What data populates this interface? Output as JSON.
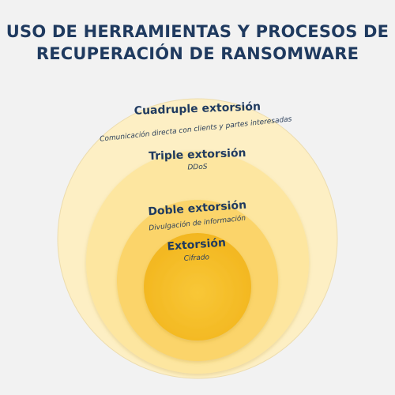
{
  "title": {
    "line1": "USO DE HERRAMIENTAS Y PROCESOS DE",
    "line2": "RECUPERACIÓN DE RANSOMWARE"
  },
  "colors": {
    "background": "#f2f2f2",
    "title": "#1f3a5f",
    "ring1": "#fdefc4",
    "ring2": "#fde6a0",
    "ring3": "#fbd46a",
    "ring4": "#f2b51d",
    "ring4_light": "#f8c737",
    "label": "#1f3a5f"
  },
  "levels": [
    {
      "title": "Cuadruple extorsión",
      "subtitle": "Comunicación directa con clients y partes interesadas"
    },
    {
      "title": "Triple extorsión",
      "subtitle": "DDoS"
    },
    {
      "title": "Doble extorsión",
      "subtitle": "Divulgación de información"
    },
    {
      "title": "Extorsión",
      "subtitle": "Cifrado"
    }
  ]
}
